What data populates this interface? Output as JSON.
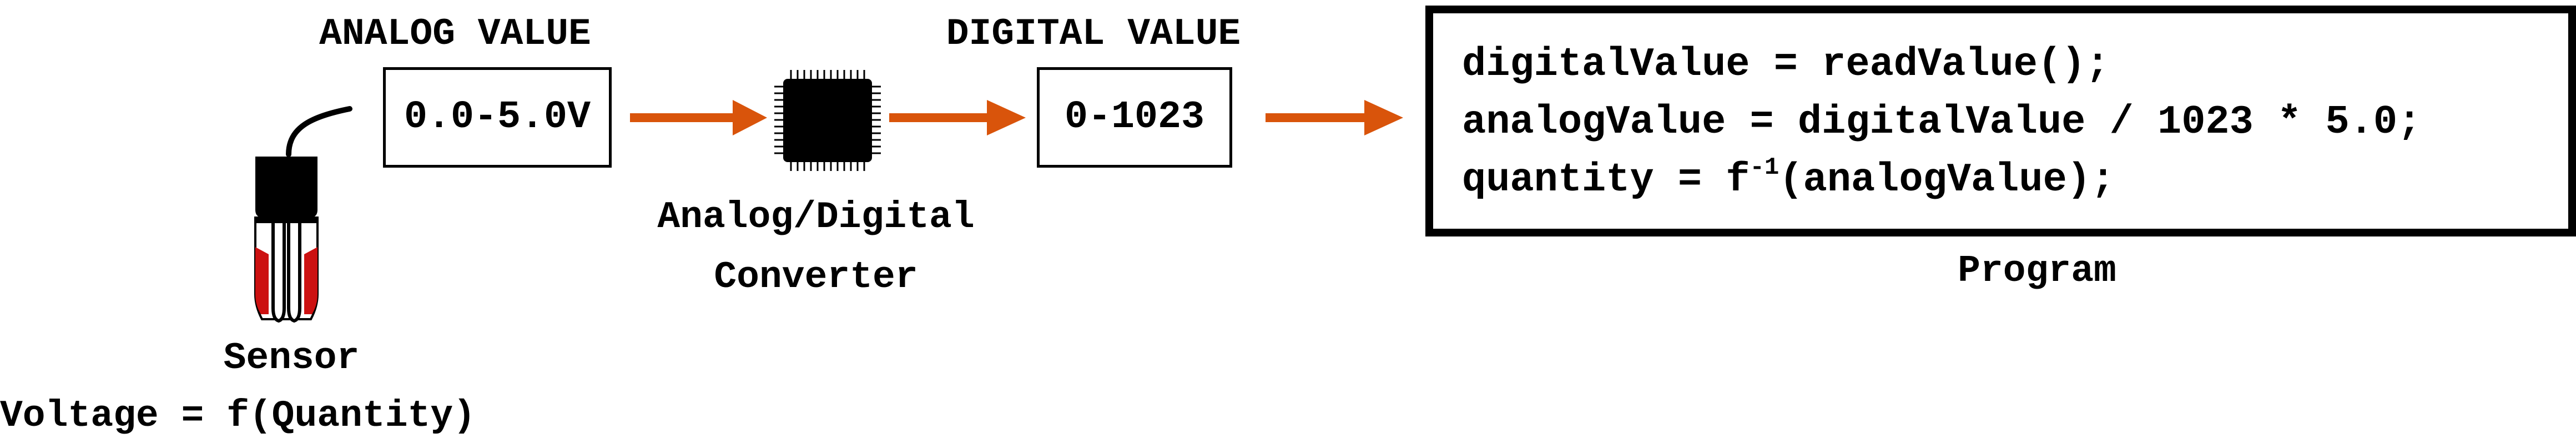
{
  "analog": {
    "heading": "ANALOG VALUE",
    "range": "0.0-5.0V"
  },
  "adc": {
    "label_line1": "Analog/Digital",
    "label_line2": "Converter"
  },
  "digital": {
    "heading": "DIGITAL VALUE",
    "range": "0-1023"
  },
  "program": {
    "line1": "digitalValue = readValue();",
    "line2": "analogValue = digitalValue / 1023 * 5.0;",
    "line3_prefix": "quantity = f",
    "line3_sup": "-1",
    "line3_suffix": "(analogValue);",
    "caption": "Program"
  },
  "sensor": {
    "label": "Sensor",
    "formula": "Voltage = f(Quantity)"
  },
  "colors": {
    "arrow": "#d9540b",
    "probe_red": "#cc1111",
    "ink": "#000000"
  }
}
